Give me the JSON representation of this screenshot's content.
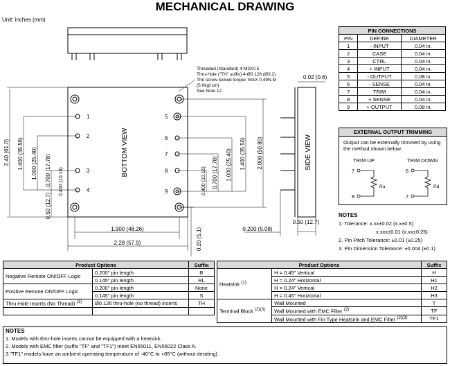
{
  "title": "MECHANICAL DRAWING",
  "unit": "Unit: inches (mm)",
  "drawing": {
    "insert_note": [
      "Threaded (Standard) 4-M3X0.5",
      "Thru-Hole (\"TH\" suffix) 4-Ø0.126 (Ø3.2)",
      "The screw locked torque: MAX 0.49N.M",
      "(5.0kgf.cm)",
      "See Note 12"
    ],
    "bottom_view": "BOTTOM VIEW",
    "side_view": "SIDE VIEW",
    "pins_left": [
      "1",
      "2",
      "3",
      "4"
    ],
    "pins_right": [
      "5",
      "6",
      "7",
      "8",
      "9"
    ],
    "dim_240": "2.40 (61.0)",
    "dim_1400_left": "1.400 (35.56)",
    "dim_1000_left": "1.000 (25.40)",
    "dim_0700_left": "0.700 (17.78)",
    "dim_0400_left": "0.400 (10.16)",
    "dim_050": "0.50 (12.7)",
    "dim_1400_right": "1.400 (35.56)",
    "dim_1000_right": "1.000 (25.40)",
    "dim_0700_right": "0.700 (17.78)",
    "dim_0400_right": "0.400 (10.16)",
    "dim_2000": "2.000 (50.80)",
    "dim_1900": "1.900 (48.26)",
    "dim_228": "2.28 (57.9)",
    "dim_020": "0.20 (5.1)",
    "dim_0200": "0.200 (5.08)",
    "dim_002": "0.02 (0.6)",
    "dim_side_050": "0.50 (12.7)"
  },
  "pin_connections": {
    "title": "PIN CONNECTIONS",
    "headers": [
      "PIN",
      "DEFINE",
      "DIAMETER"
    ],
    "rows": [
      [
        "1",
        "- INPUT",
        "0.04 in."
      ],
      [
        "2",
        "CASE",
        "0.04 in."
      ],
      [
        "3",
        "CTRL",
        "0.04 in."
      ],
      [
        "4",
        "+ INPUT",
        "0.04 in."
      ],
      [
        "5",
        "- OUTPUT",
        "0.08 in."
      ],
      [
        "6",
        "- SENSE",
        "0.04 in."
      ],
      [
        "7",
        "TRIM",
        "0.04 in."
      ],
      [
        "8",
        "+ SENSE",
        "0.04 in."
      ],
      [
        "9",
        "+ OUTPUT",
        "0.08 in."
      ]
    ]
  },
  "trimming": {
    "title": "EXTERNAL OUTPUT TRIMMING",
    "desc": "Output can be externally trimmed by using the method shown below.",
    "trim_up": "TRIM UP",
    "trim_down": "TRIM DOWN",
    "up_top_pin": "7",
    "up_bottom_pin": "8",
    "down_top_pin": "6",
    "down_bottom_pin": "7",
    "ru": "Ru",
    "rd": "Rd"
  },
  "notes_right": {
    "heading": "NOTES",
    "items": [
      "1. Tolerance: x.xx±0.02 (x.x±0.5)",
      "x.xxx±0.01 (x.xx±0.25)",
      "2. Pin Pitch Tolerance: ±0.01 (±0.25)",
      "3. Pin Dimension Tolerance: ±0.004 (±0.1)"
    ]
  },
  "options_left": {
    "headers": [
      "Product Options",
      "Suffix"
    ],
    "groups": [
      {
        "label": "Negative Remote ON/OFF Logic",
        "rows": [
          [
            "0.200\" pin length",
            "R"
          ],
          [
            "0.145\" pin length",
            "RL"
          ]
        ]
      },
      {
        "label": "Positive Remote ON/OFF Logic",
        "rows": [
          [
            "0.200\" pin length",
            "None"
          ],
          [
            "0.145\" pin length",
            "S"
          ]
        ]
      },
      {
        "label": "Thru-Hole Inserts (No Thread)",
        "sup": "(1)",
        "rows": [
          [
            "Ø0.126 thru-hole (no thread) inserts",
            "TH"
          ]
        ]
      }
    ]
  },
  "options_right": {
    "headers": [
      "Product Options",
      "Suffix"
    ],
    "heatsink_label": "Heatsink",
    "heatsink_sup": "(1)",
    "heatsink_rows": [
      [
        "H = 0.45\" Vertical",
        "H"
      ],
      [
        "H = 0.24\" Horizontal",
        "H1"
      ],
      [
        "H = 0.24\" Vertical",
        "H2"
      ],
      [
        "H = 0.45\" Horizontal",
        "H3"
      ]
    ],
    "terminal_label": "Terminal Block",
    "terminal_sup": "(2)(3)",
    "terminal_rows": [
      [
        "Wall Mounted",
        "",
        "T"
      ],
      [
        "Wall Mounted with EMC Filter",
        "(2)",
        "TF"
      ],
      [
        "Wall Mounted with Fin Type Heatsink and EMC Filter",
        "(2)(3)",
        "TF1"
      ]
    ]
  },
  "bottom_notes": {
    "heading": "NOTES",
    "items": [
      "1. Models with thru-hole inserts cannot be equipped with a heatsink.",
      "2. Models with EMC filter (suffix \"TF\" and \"TF1\") meet EN55011, EN55022 Class A.",
      "3.\"TF1\" models have an ambient operating temperature of -40°C to +85°C (without derating)."
    ]
  }
}
